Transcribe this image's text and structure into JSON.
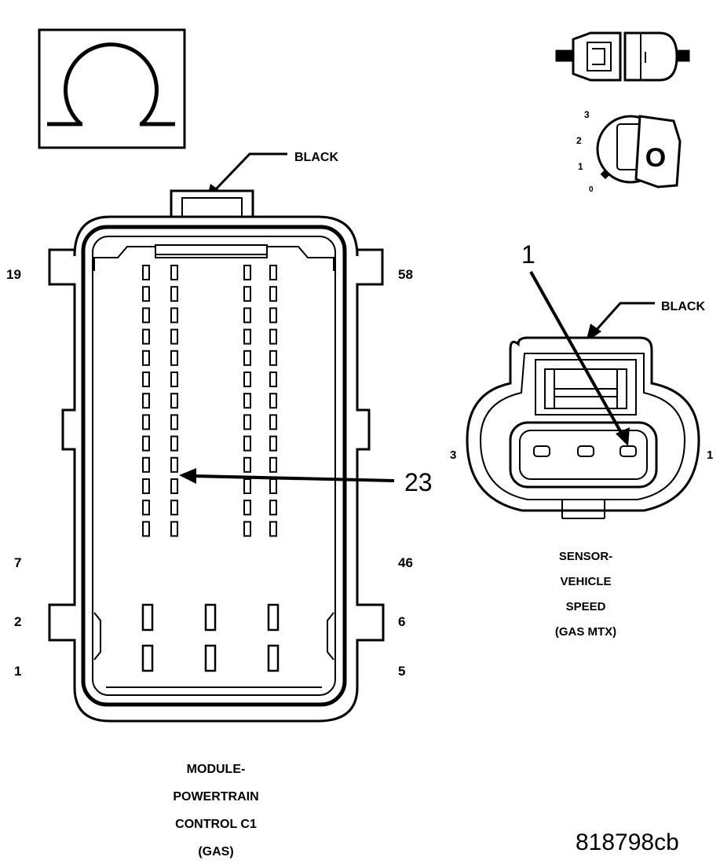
{
  "ohm_symbol": "Ω",
  "pcm_connector": {
    "color_label": "BLACK",
    "pin_labels": {
      "top_left": "19",
      "top_right": "58",
      "mid_left": "7",
      "mid_right": "46",
      "low_left_upper": "2",
      "low_right_upper": "6",
      "low_left_lower": "1",
      "low_right_lower": "5"
    },
    "callout_pin": "23",
    "caption": [
      "MODULE-",
      "POWERTRAIN",
      "CONTROL C1",
      "(GAS)"
    ]
  },
  "vss_connector": {
    "color_label": "BLACK",
    "callout_pin": "1",
    "pin_label_left": "3",
    "pin_label_right": "1",
    "caption": [
      "SENSOR-",
      "VEHICLE",
      "SPEED",
      "(GAS MTX)"
    ]
  },
  "ignition_key": {
    "positions": [
      "3",
      "2",
      "1",
      "0"
    ],
    "key_marking": "O"
  },
  "figure_id": "818798cb"
}
